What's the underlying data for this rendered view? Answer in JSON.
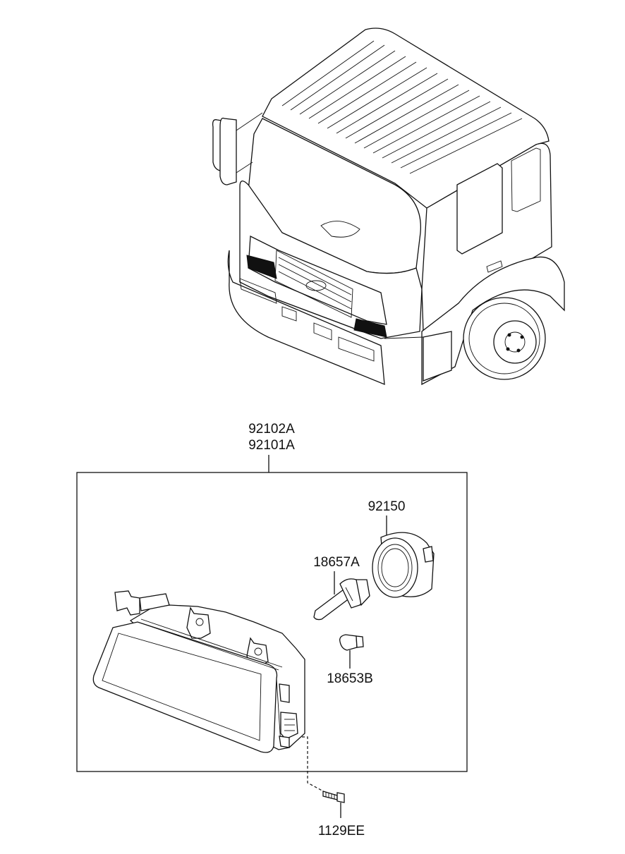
{
  "diagram": {
    "labels": {
      "assembly_right": "92102A",
      "assembly_left": "92101A",
      "socket": "92150",
      "bulb_main": "18657A",
      "bulb_small": "18653B",
      "screw": "1129EE"
    },
    "line_color": "#111111",
    "background": "#ffffff"
  }
}
